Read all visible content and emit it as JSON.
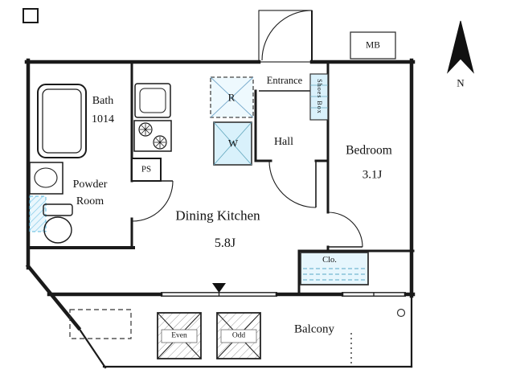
{
  "compass": {
    "label": "N"
  },
  "rooms": {
    "bath": {
      "name": "Bath",
      "size": "1014"
    },
    "powder": {
      "line1": "Powder",
      "line2": "Room"
    },
    "dining_kitchen": {
      "name": "Dining Kitchen",
      "size": "5.8J"
    },
    "hall": {
      "name": "Hall"
    },
    "entrance": {
      "name": "Entrance"
    },
    "bedroom": {
      "name": "Bedroom",
      "size": "3.1J"
    },
    "balcony": {
      "name": "Balcony"
    }
  },
  "fixtures": {
    "refrigerator": "R",
    "washer": "W",
    "shoes_box": "Shoes Box",
    "closet": "Clo.",
    "pipe_space": "PS",
    "meter_box": "MB",
    "hatch_even": "Even",
    "hatch_odd": "Odd"
  },
  "colors": {
    "outline": "#1a1a1a",
    "fixture_fill": "#d9f1fb",
    "fixture_fill_light": "#eef9fe",
    "hatch_line": "#58a8c8"
  }
}
